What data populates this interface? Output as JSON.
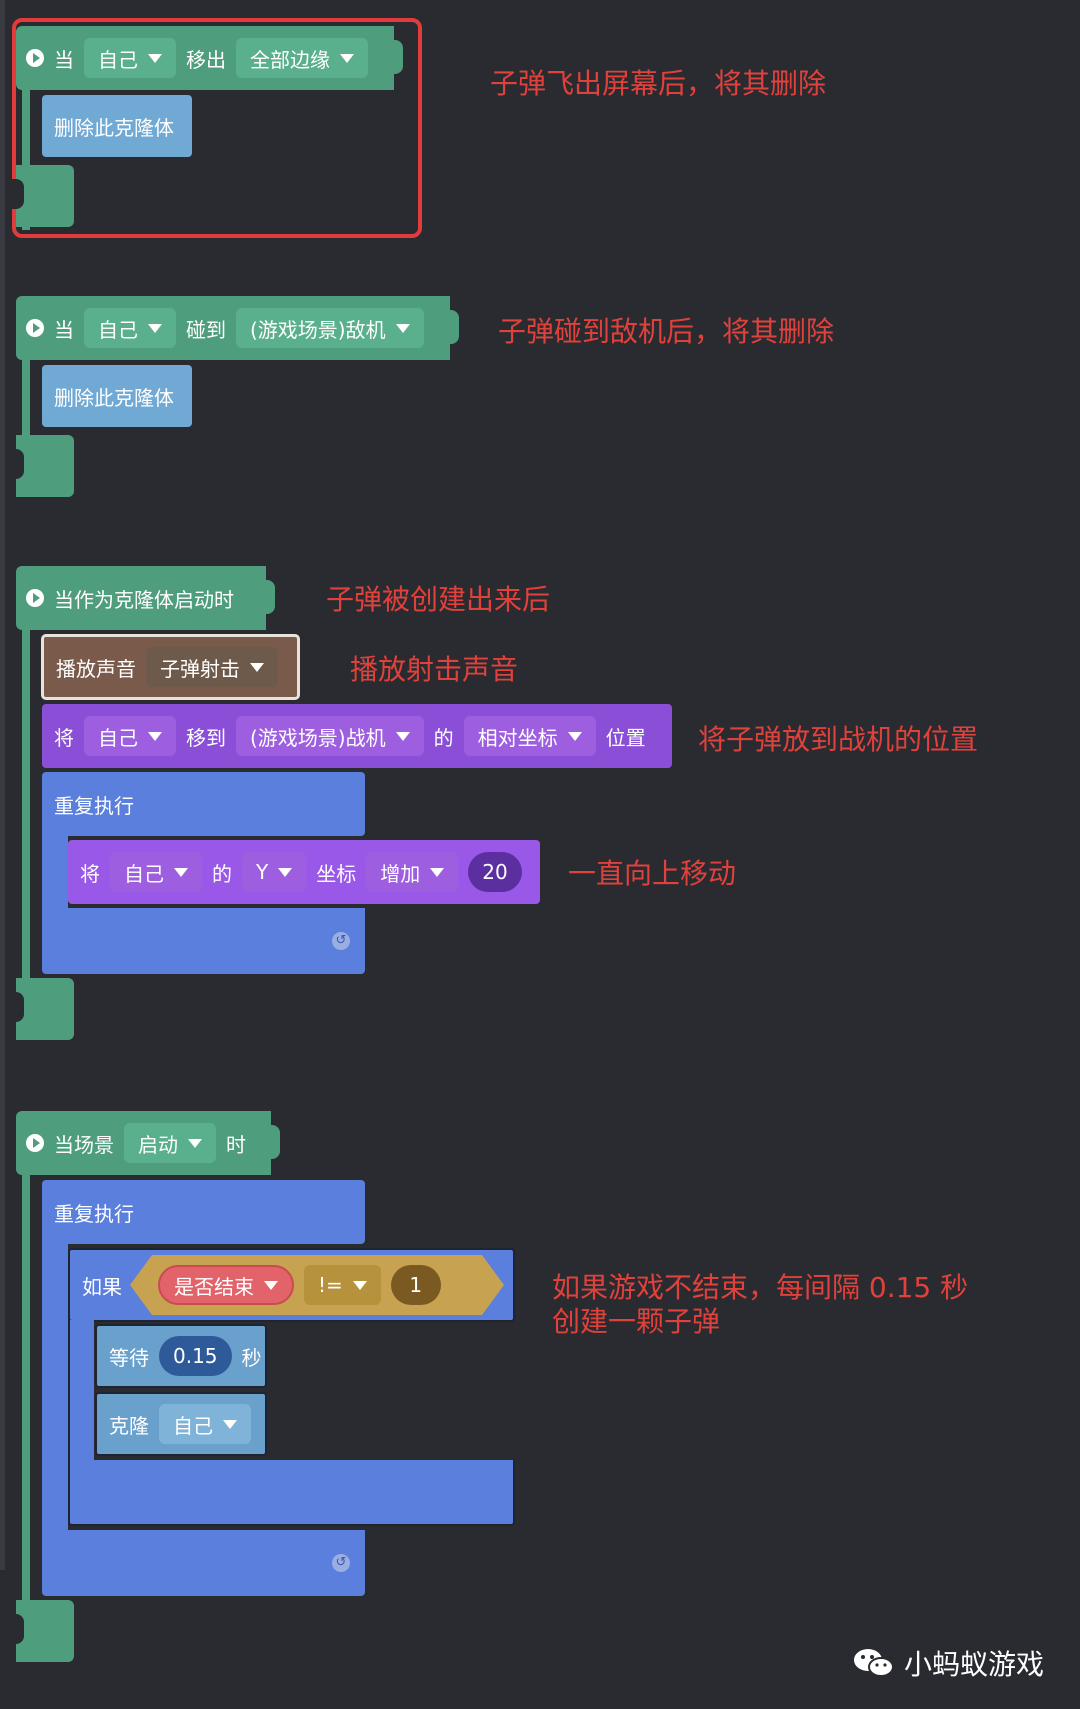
{
  "script1": {
    "hat_when": "当",
    "self": "自己",
    "event": "移出",
    "edge": "全部边缘",
    "delete_clone": "删除此克隆体",
    "note": "子弹飞出屏幕后，将其删除"
  },
  "script2": {
    "hat_when": "当",
    "self": "自己",
    "event": "碰到",
    "target": "(游戏场景)敌机",
    "delete_clone": "删除此克隆体",
    "note": "子弹碰到敌机后，将其删除"
  },
  "script3": {
    "hat": "当作为克隆体启动时",
    "note_hat": "子弹被创建出来后",
    "play_sound": "播放声音",
    "sound": "子弹射击",
    "note_sound": "播放射击声音",
    "move_to": "将",
    "self": "自己",
    "move_verb": "移到",
    "move_target": "(游戏场景)战机",
    "of": "的",
    "relative": "相对坐标",
    "position": "位置",
    "note_move": "将子弹放到战机的位置",
    "repeat": "重复执行",
    "inner_set": "将",
    "inner_self": "自己",
    "inner_of": "的",
    "axis": "Y",
    "coord": "坐标",
    "op": "增加",
    "amount": "20",
    "note_loop": "一直向上移动"
  },
  "script4": {
    "hat_when": "当场景",
    "event": "启动",
    "hat_time": "时",
    "repeat": "重复执行",
    "if": "如果",
    "cond": "是否结束",
    "neq": "!=",
    "cond_value": "1",
    "wait": "等待",
    "wait_value": "0.15",
    "seconds": "秒",
    "clone": "克隆",
    "clone_self": "自己",
    "note_line1": "如果游戏不结束，每间隔 0.15 秒",
    "note_line2": "创建一颗子弹"
  },
  "watermark": "小蚂蚁游戏",
  "colors": {
    "background": "#2a2b31",
    "event_green": "#4e9e7e",
    "annotation_red": "#e0413b",
    "control_blue": "#5a7fdc",
    "motion_purple": "#8a4fd6"
  }
}
